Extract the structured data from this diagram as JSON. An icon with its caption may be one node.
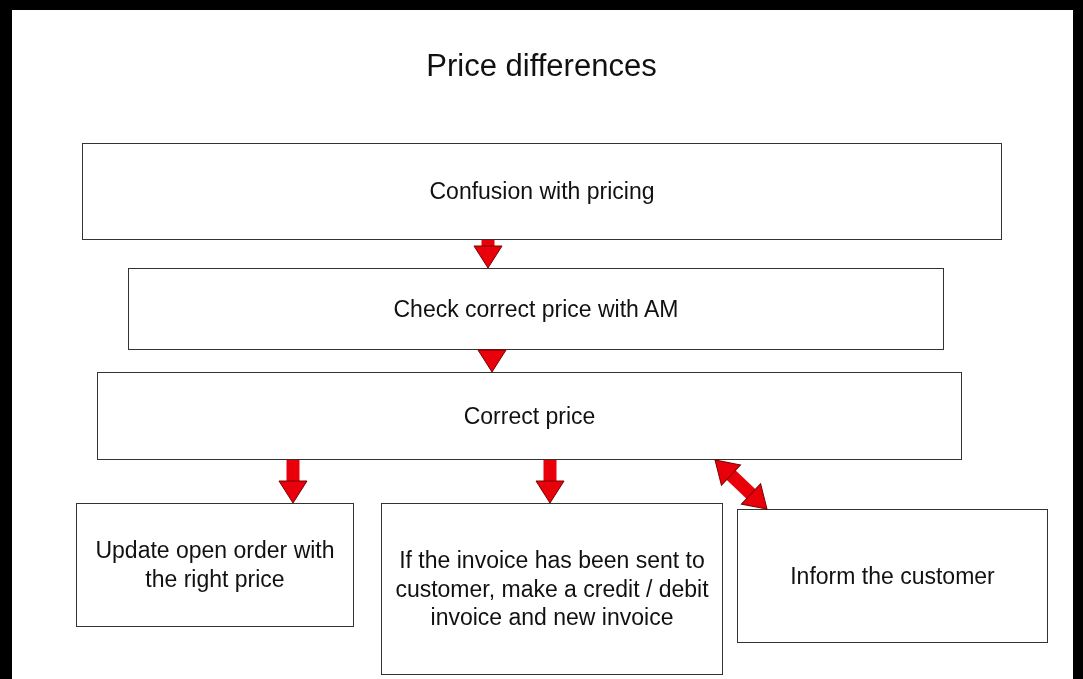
{
  "diagram": {
    "title": "Price differences",
    "nodes": [
      {
        "text": [
          "Confusion with pricing"
        ]
      },
      {
        "text": [
          "Check correct price with AM"
        ]
      },
      {
        "text": [
          "Correct price"
        ]
      },
      {
        "text": [
          "Update open order with the right price"
        ]
      },
      {
        "text": [
          "If the invoice has been sent to customer, make a credit / debit invoice and new invoice"
        ]
      },
      {
        "text": [
          "Inform the customer"
        ]
      }
    ],
    "edges": [
      {
        "from": 0,
        "to": 1,
        "arrow": "to"
      },
      {
        "from": 1,
        "to": 2,
        "arrow": "to"
      },
      {
        "from": 2,
        "to": 3,
        "arrow": "to"
      },
      {
        "from": 2,
        "to": 4,
        "arrow": "to"
      },
      {
        "from": 2,
        "to": 5,
        "arrow": "both"
      }
    ]
  }
}
